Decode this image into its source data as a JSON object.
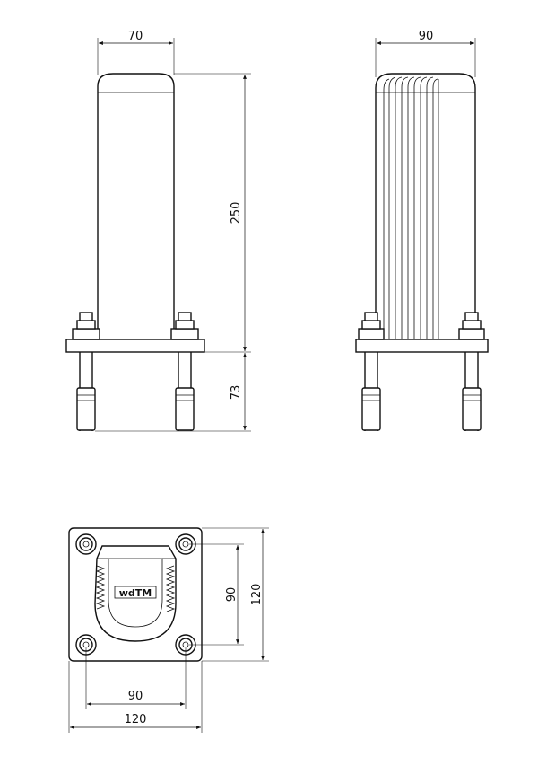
{
  "dimensions": {
    "front_width": "70",
    "side_width": "90",
    "height_main": "250",
    "height_bolt": "73",
    "plan_inner_vertical": "90",
    "plan_outer_vertical": "120",
    "plan_inner_horizontal": "90",
    "plan_outer_horizontal": "120"
  },
  "logo": {
    "text": "wdTM"
  },
  "colors": {
    "line": "#111111",
    "background": "#ffffff"
  }
}
